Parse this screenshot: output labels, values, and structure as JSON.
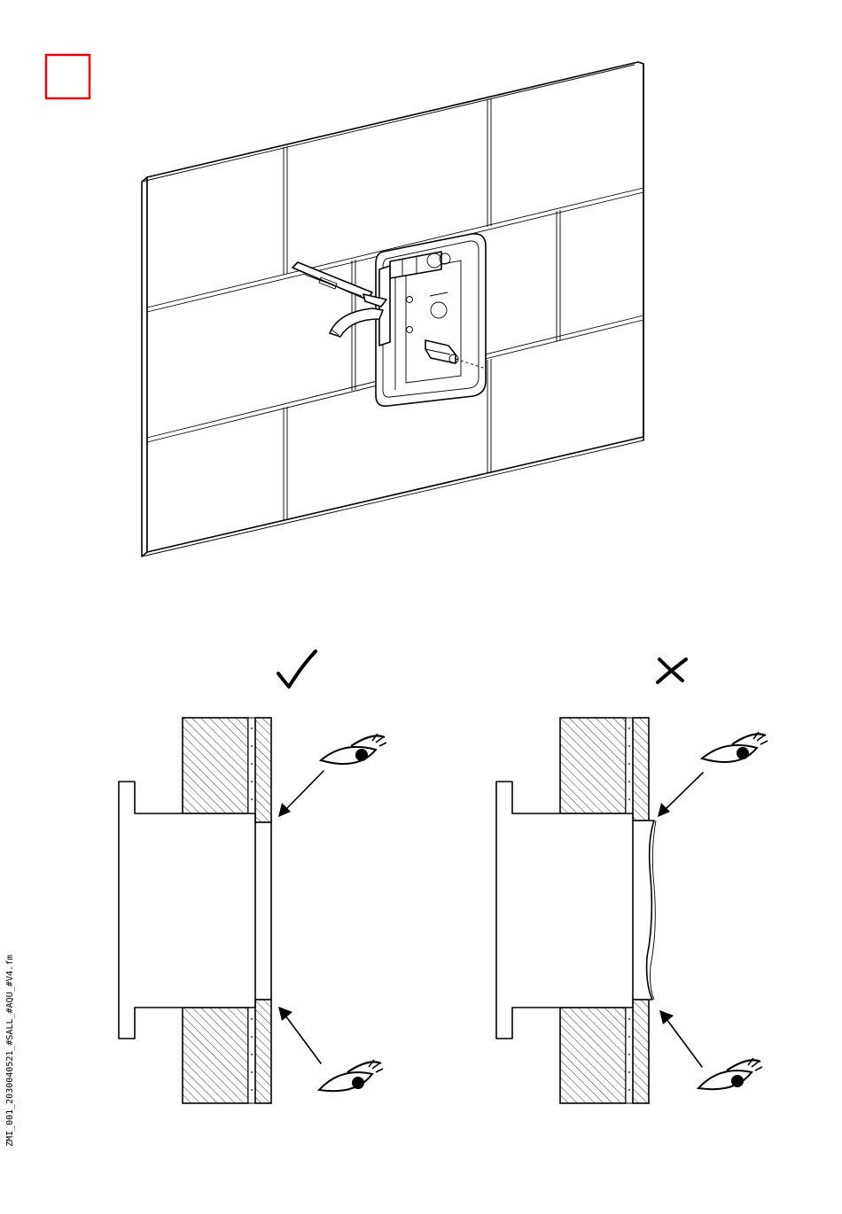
{
  "marker": {
    "checkbox_color": "#e3000f"
  },
  "footer": {
    "document_code": "ZMI_001_2030040521_#SALL_#AQU_#V4.fm"
  },
  "panels": {
    "correct": {
      "symbol": "✓",
      "meaning": "correct"
    },
    "incorrect": {
      "symbol": "✗",
      "meaning": "incorrect"
    }
  }
}
